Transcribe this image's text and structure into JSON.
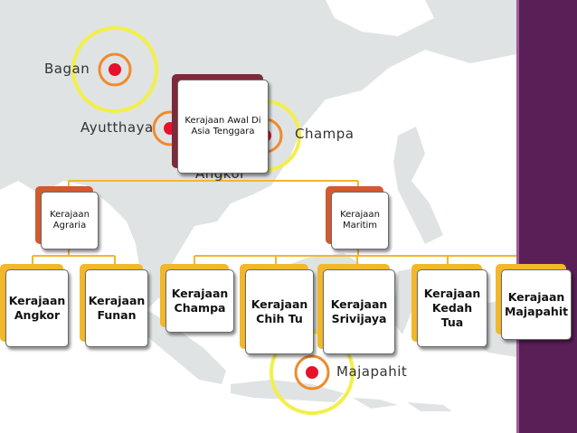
{
  "slide": {
    "accent_sidebar_color": "#5b1f58",
    "map_land_color": "#dfe3e3"
  },
  "map": {
    "places": {
      "bagan": "Bagan",
      "ayutthaya": "Ayutthaya",
      "champa": "Champa",
      "angkor": "Angkor",
      "majapahit": "Majapahit"
    },
    "marker_colors": {
      "ring_outer": "#f3ef4a",
      "ring_inner": "#f08a2c",
      "dot": "#e5122b"
    }
  },
  "tree": {
    "root": {
      "label": "Kerajaan Awal Di Asia Tenggara"
    },
    "branches": [
      {
        "label": "Kerajaan Agraria"
      },
      {
        "label": "Kerajaan Maritim"
      }
    ],
    "agraria_children": [
      {
        "label": "Kerajaan Angkor"
      },
      {
        "label": "Kerajaan Funan"
      }
    ],
    "maritim_children": [
      {
        "label": "Kerajaan Champa"
      },
      {
        "label": "Kerajaan Chih Tu"
      },
      {
        "label": "Kerajaan Srivijaya"
      },
      {
        "label": "Kerajaan Kedah Tua"
      },
      {
        "label": "Kerajaan Majapahit"
      }
    ],
    "connector_color": "#f2b72a"
  }
}
